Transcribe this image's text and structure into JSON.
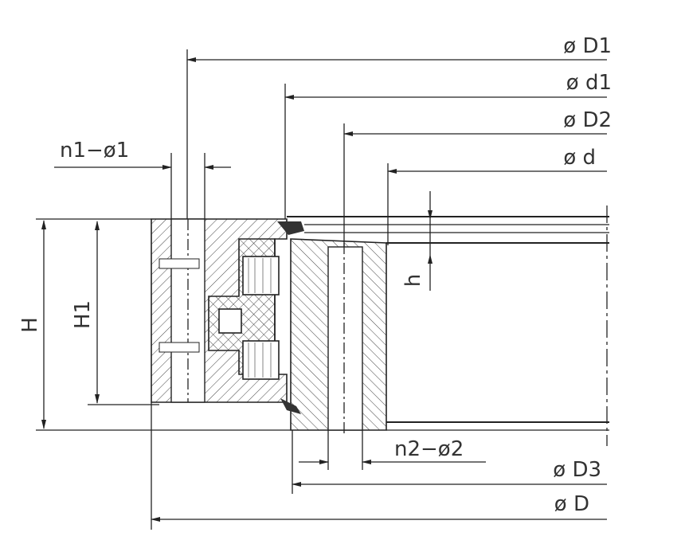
{
  "title": "Slewing bearing cross-section dimension drawing",
  "labels": {
    "D1": "ø  D1",
    "d1": "ø  d1",
    "D2": "ø  D2",
    "d": "ø  d",
    "n1": "n1−ø1",
    "H": "H",
    "H1": "H1",
    "h": "h",
    "n2": "n2−ø2",
    "D3": "ø  D3",
    "D": "ø  D"
  }
}
